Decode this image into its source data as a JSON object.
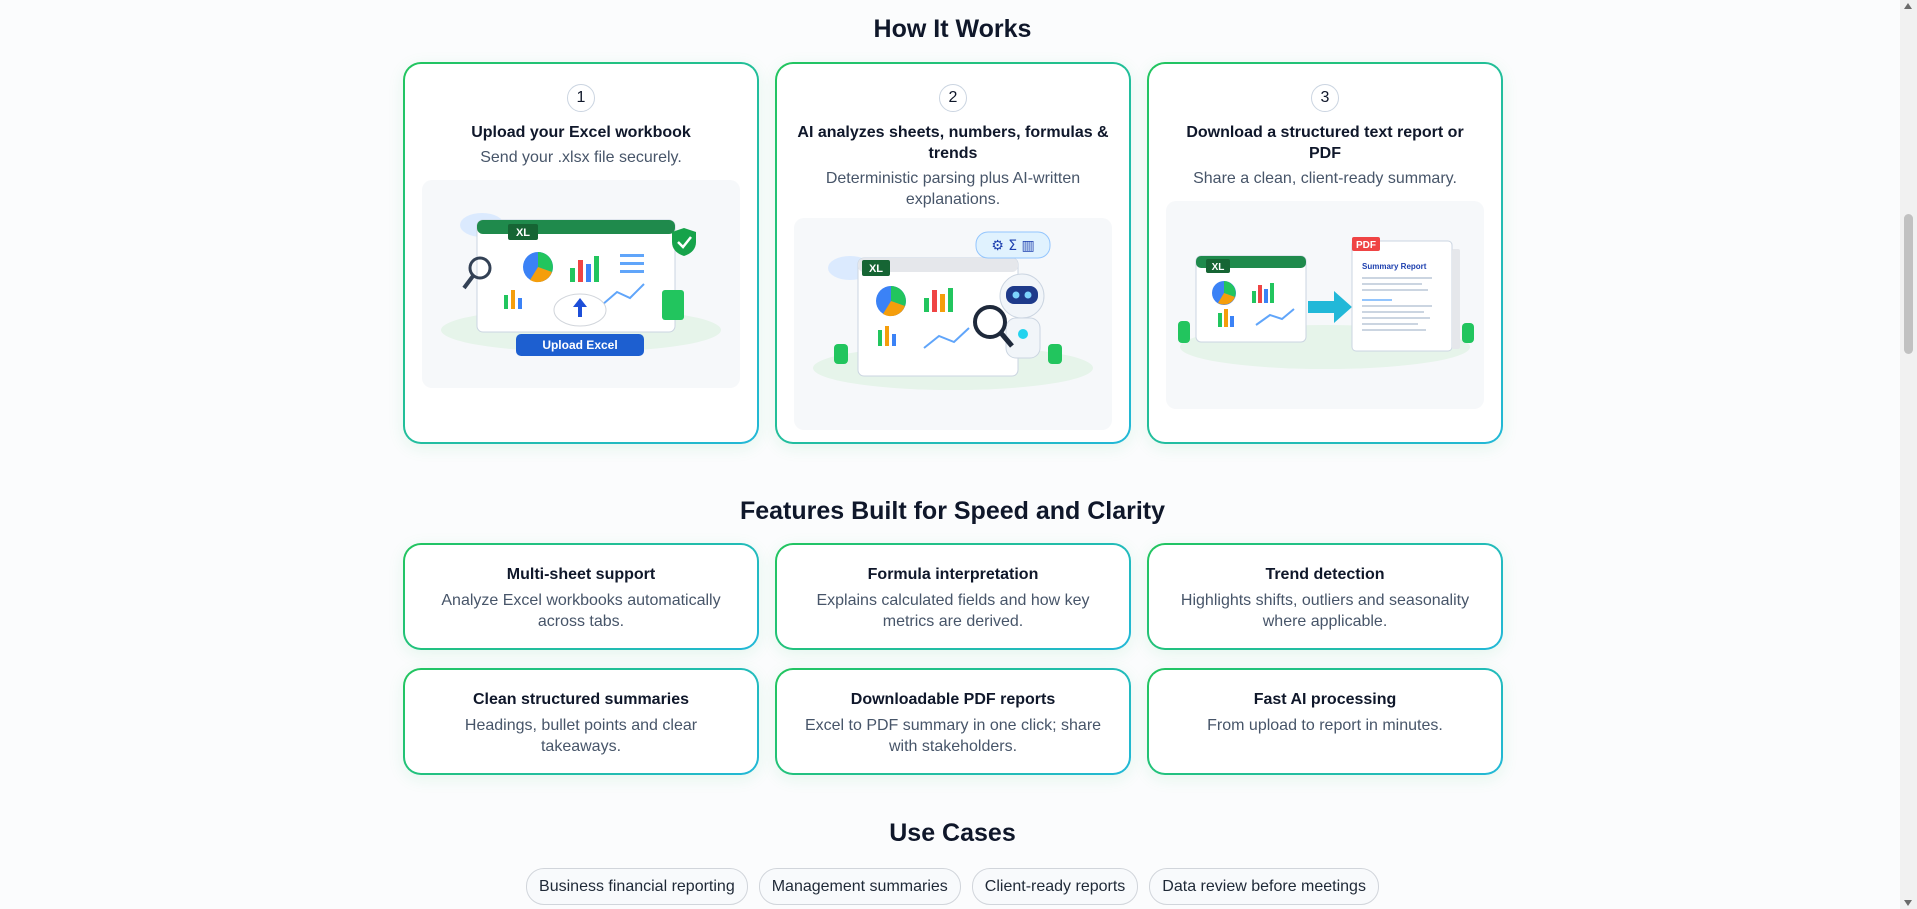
{
  "how_it_works": {
    "title": "How It Works",
    "steps": [
      {
        "number": "1",
        "title": "Upload your Excel workbook",
        "description": "Send your .xlsx file securely.",
        "illustration_button": "Upload Excel",
        "illustration_badge": "XL"
      },
      {
        "number": "2",
        "title": "AI analyzes sheets, numbers, formulas & trends",
        "description": "Deterministic parsing plus AI-written explanations.",
        "illustration_badge": "XL"
      },
      {
        "number": "3",
        "title": "Download a structured text report or PDF",
        "description": "Share a clean, client-ready summary.",
        "illustration_badge": "XL",
        "illustration_pdf": "PDF",
        "illustration_report_title": "Summary Report"
      }
    ]
  },
  "features": {
    "title": "Features Built for Speed and Clarity",
    "items": [
      {
        "title": "Multi-sheet support",
        "description": "Analyze Excel workbooks automatically across tabs."
      },
      {
        "title": "Formula interpretation",
        "description": "Explains calculated fields and how key metrics are derived."
      },
      {
        "title": "Trend detection",
        "description": "Highlights shifts, outliers and seasonality where applicable."
      },
      {
        "title": "Clean structured summaries",
        "description": "Headings, bullet points and clear takeaways."
      },
      {
        "title": "Downloadable PDF reports",
        "description": "Excel to PDF summary in one click; share with stakeholders."
      },
      {
        "title": "Fast AI processing",
        "description": "From upload to report in minutes."
      }
    ]
  },
  "use_cases": {
    "title": "Use Cases",
    "items": [
      "Business financial reporting",
      "Management summaries",
      "Client-ready reports",
      "Data review before meetings"
    ]
  },
  "colors": {
    "accent_green": "#22c55e",
    "accent_teal": "#22b8d8",
    "upload_blue": "#1d5fd0"
  }
}
